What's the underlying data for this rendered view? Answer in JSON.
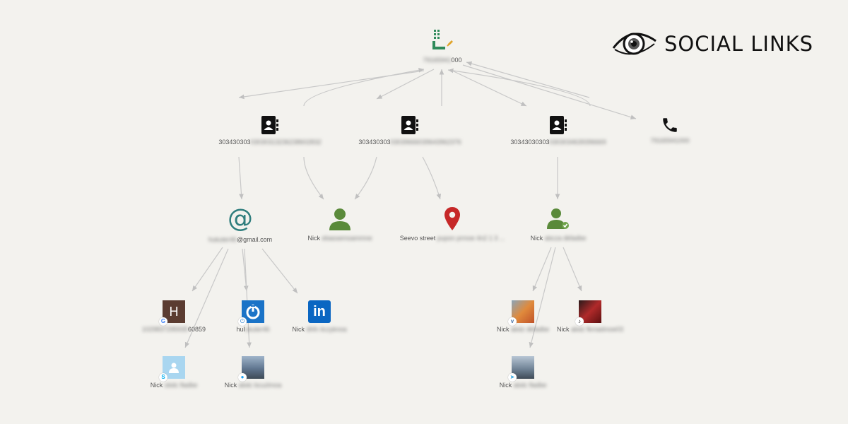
{
  "brand": {
    "name": "SOCIAL LINKS"
  },
  "nodes": {
    "root": {
      "label_visible": "000",
      "label_blurred": "79165941"
    },
    "contacts_a": {
      "label_visible": "303430303",
      "label_blurred": "03030313236238602832"
    },
    "contacts_b": {
      "label_visible": "303430303",
      "label_blurred": "03039666039643962376"
    },
    "contacts_c": {
      "label_visible": "30343030303",
      "label_blurred": "0303034639396669"
    },
    "phone": {
      "label_blurred": "79165941000"
    },
    "email": {
      "label_visible": "@gmail.com",
      "label_blurred": "hukuter46"
    },
    "person_a": {
      "label_visible": "Nick",
      "label_blurred": "ebassemsammne"
    },
    "location": {
      "label_visible": "Seevo street",
      "label_blurred": "pupon prmoe 4n2 1 3 ..."
    },
    "person_b": {
      "label_visible": "Nick",
      "label_blurred": "abcza dkfadbe"
    },
    "google_account": {
      "label_visible": "60859",
      "label_blurred": "1029837295935"
    },
    "foursquare_account": {
      "label_visible": "hul",
      "label_blurred": "ukuter46"
    },
    "linkedin_account": {
      "label_visible": "Nick",
      "label_blurred": "dhfn liczyknoa"
    },
    "skype_account": {
      "label_visible": "Nick",
      "label_blurred": "obdc fladbe"
    },
    "twitter_account": {
      "label_visible": "Nick",
      "label_blurred": "abdc bcuzlmoa"
    },
    "vk_account": {
      "label_visible": "Nick",
      "label_blurred": "abdz dkfadbe"
    },
    "tiktok_account": {
      "label_visible": "Nick",
      "label_blurred": "abdz fkmadmoe03"
    },
    "telegram_account": {
      "label_visible": "Nick",
      "label_blurred": "abdc fladbe"
    }
  }
}
